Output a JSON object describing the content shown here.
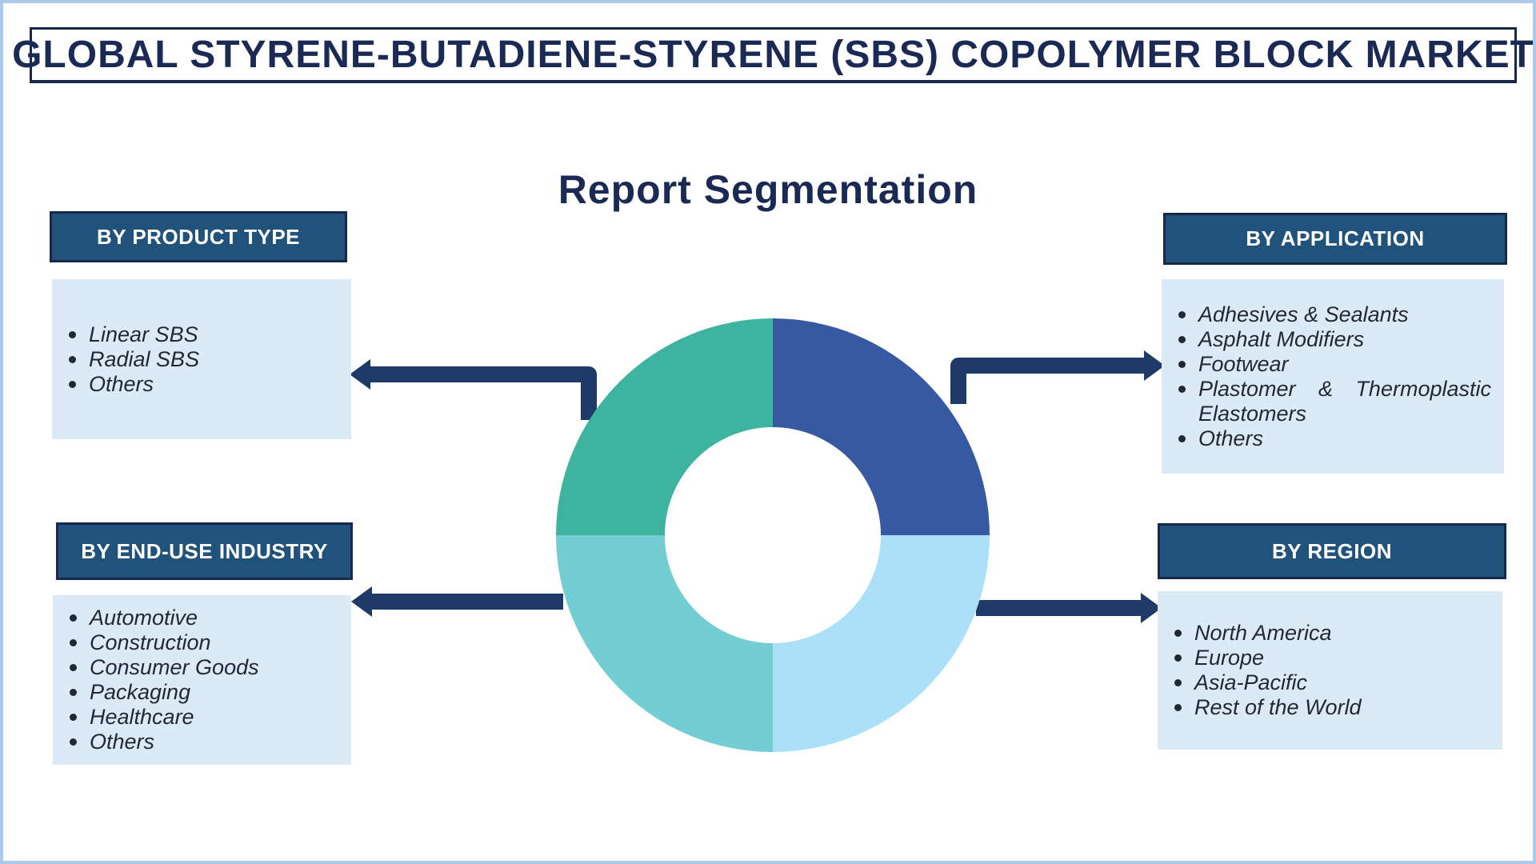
{
  "page": {
    "title": "GLOBAL STYRENE-BUTADIENE-STYRENE (SBS) COPOLYMER BLOCK MARKET",
    "heading": "Report Segmentation"
  },
  "segments": {
    "product_type": {
      "label": "BY PRODUCT TYPE",
      "items": [
        "Linear SBS",
        "Radial SBS",
        "Others"
      ]
    },
    "application": {
      "label": "BY APPLICATION",
      "items": [
        "Adhesives & Sealants",
        "Asphalt Modifiers",
        "Footwear",
        "Plastomer & Thermoplastic Elastomers",
        "Others"
      ]
    },
    "end_use_industry": {
      "label": "BY END-USE INDUSTRY",
      "items": [
        "Automotive",
        "Construction",
        "Consumer Goods",
        "Packaging",
        "Healthcare",
        "Others"
      ]
    },
    "region": {
      "label": "BY REGION",
      "items": [
        "North America",
        "Europe",
        "Asia-Pacific",
        "Rest of the World"
      ]
    }
  },
  "colors": {
    "page_border": "#abc9e8",
    "navy_border": "#16294b",
    "navy_text": "#1b2a55",
    "arrow": "#1f3a68",
    "header_fill": "#20527b",
    "header_text": "#ffffff",
    "list_bg": "#dce9f6",
    "list_text": "#1e2936",
    "donut_ne": "#3659a1",
    "donut_se": "#ace0f8",
    "donut_sw": "#73ced4",
    "donut_nw": "#3eb4a0"
  },
  "chart_data": {
    "type": "pie",
    "subtype": "donut",
    "title": "Report Segmentation",
    "labels": [
      "By Application",
      "By Region",
      "By End-Use Industry",
      "By Product Type"
    ],
    "values": [
      25,
      25,
      25,
      25
    ],
    "colors": [
      "#3659a1",
      "#ace0f8",
      "#73ced4",
      "#3eb4a0"
    ],
    "inner_radius_ratio": 0.5,
    "legend": "none",
    "data_labels": "none"
  }
}
